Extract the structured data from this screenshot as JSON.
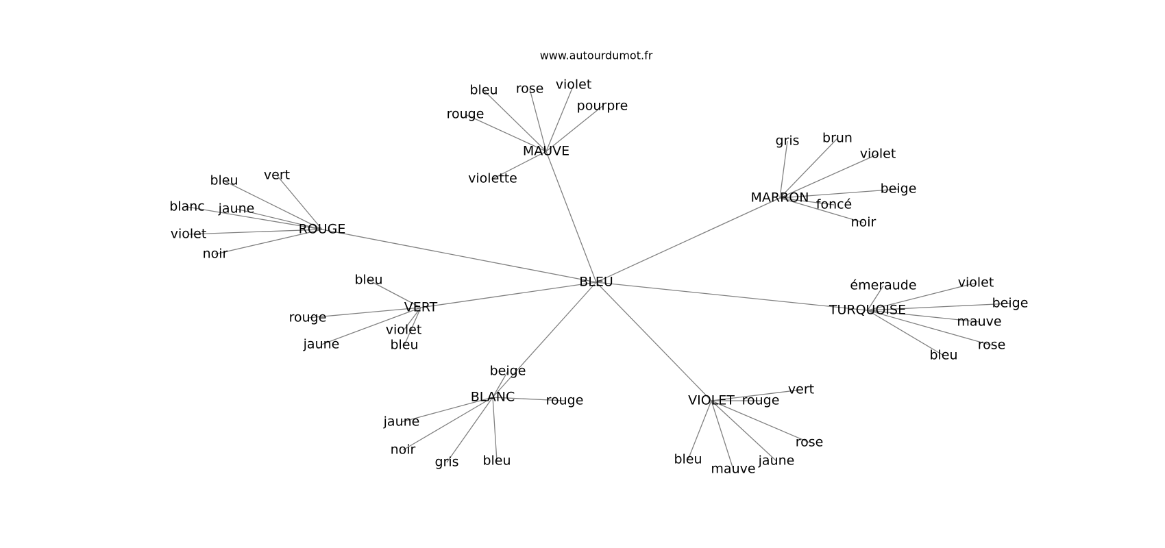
{
  "header": {
    "site": "www.autourdumot.fr"
  },
  "center": "BLEU",
  "clusters": [
    {
      "id": "mauve",
      "label": "MAUVE",
      "leaves": [
        "bleu",
        "rose",
        "violet",
        "pourpre",
        "rouge",
        "violette"
      ]
    },
    {
      "id": "marron",
      "label": "MARRON",
      "leaves": [
        "gris",
        "brun",
        "violet",
        "beige",
        "foncé",
        "noir"
      ]
    },
    {
      "id": "rouge",
      "label": "ROUGE",
      "leaves": [
        "bleu",
        "vert",
        "blanc",
        "jaune",
        "violet",
        "noir"
      ]
    },
    {
      "id": "vert",
      "label": "VERT",
      "leaves": [
        "bleu",
        "rouge",
        "violet",
        "jaune",
        "bleu"
      ]
    },
    {
      "id": "turquoise",
      "label": "TURQUOISE",
      "leaves": [
        "émeraude",
        "violet",
        "beige",
        "mauve",
        "rose",
        "bleu"
      ]
    },
    {
      "id": "blanc",
      "label": "BLANC",
      "leaves": [
        "beige",
        "rouge",
        "jaune",
        "noir",
        "gris",
        "bleu"
      ]
    },
    {
      "id": "violet",
      "label": "VIOLET",
      "leaves": [
        "vert",
        "rouge",
        "rose",
        "jaune",
        "mauve",
        "bleu"
      ]
    }
  ],
  "colors": {
    "edge": "#808080",
    "text": "#000000",
    "background": "#ffffff"
  }
}
